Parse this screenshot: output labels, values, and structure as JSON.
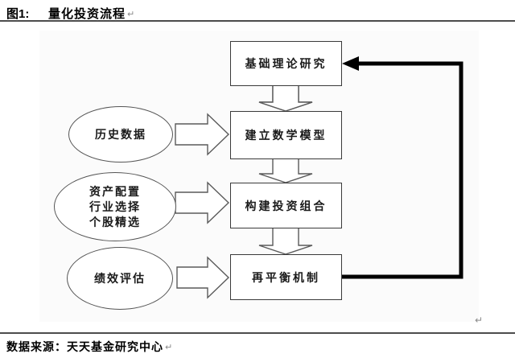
{
  "header": {
    "figure_label": "图1:",
    "title": "量化投资流程",
    "return_mark": "↵"
  },
  "diagram": {
    "boxes": [
      {
        "label": "基础理论研究"
      },
      {
        "label": "建立数学模型"
      },
      {
        "label": "构建投资组合"
      },
      {
        "label": "再平衡机制"
      }
    ],
    "ellipses": [
      {
        "label": "历史数据"
      },
      {
        "lines": [
          "资产配置",
          "行业选择",
          "个股精选"
        ]
      },
      {
        "label": "绩效评估"
      }
    ],
    "return_mark": "↵"
  },
  "footer": {
    "source_text": "数据来源：天天基金研究中心",
    "return_mark": "↵"
  },
  "colors": {
    "rule": "#4d4d4d",
    "box_border": "#3a3a3a",
    "arrow_outline": "#5a5a5a",
    "feedback_loop": "#000000",
    "return_mark": "#8a8a8a"
  }
}
